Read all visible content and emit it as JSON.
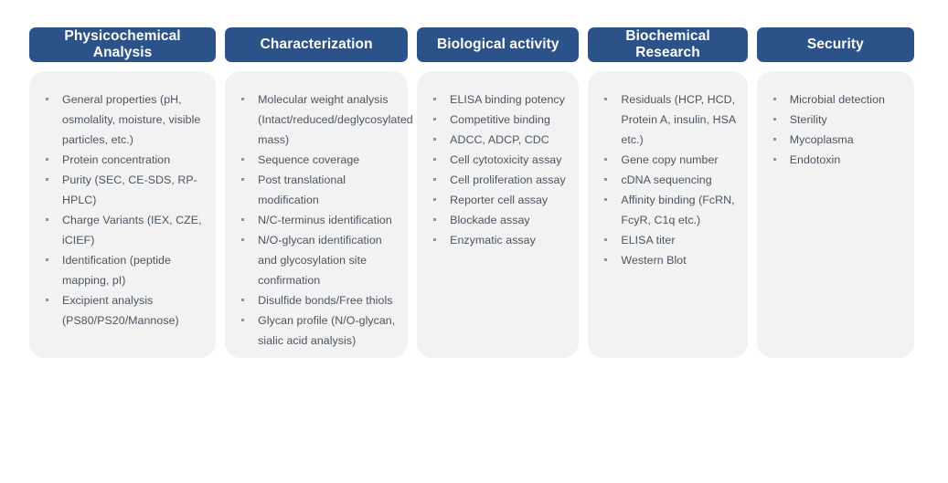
{
  "slide": {
    "background_color": "#FFFFFF",
    "header_color": "#2B5289",
    "header_text_color": "#FFFFFF",
    "card_color": "#F2F2F2",
    "body_text_color": "#4A5562",
    "bullet_color": "#8A939E"
  },
  "columns": [
    {
      "title": "Physicochemical Analysis",
      "items": [
        "General properties (pH, osmolality, moisture, visible particles, etc.)",
        "Protein concentration",
        "Purity (SEC,  CE-SDS, RP-HPLC)",
        "Charge Variants (IEX, CZE, iCIEF)",
        "Identification (peptide mapping, pI)",
        "Excipient analysis (PS80/PS20/Mannose)"
      ]
    },
    {
      "title": "Characterization",
      "items": [
        "Molecular weight analysis (Intact/reduced/deglycosylated mass)",
        "Sequence coverage",
        "Post translational modification",
        "N/C-terminus identification",
        "N/O-glycan identification and glycosylation site confirmation",
        "Disulfide bonds/Free thiols",
        "Glycan profile (N/O-glycan, sialic acid analysis)"
      ]
    },
    {
      "title": "Biological activity",
      "items": [
        "ELISA binding potency",
        "Competitive binding",
        "ADCC, ADCP, CDC",
        "Cell cytotoxicity assay",
        "Cell proliferation assay",
        "Reporter cell assay",
        "Blockade assay",
        "Enzymatic assay"
      ]
    },
    {
      "title": "Biochemical Research",
      "items": [
        "Residuals (HCP, HCD, Protein A, insulin, HSA etc.)",
        "Gene copy number",
        "cDNA sequencing",
        "Affinity binding (FcRN, FcyR, C1q etc.)",
        "ELISA titer",
        "Western Blot"
      ]
    },
    {
      "title": "Security",
      "items": [
        "Microbial detection",
        "Sterility",
        "Mycoplasma",
        "Endotoxin"
      ]
    }
  ]
}
